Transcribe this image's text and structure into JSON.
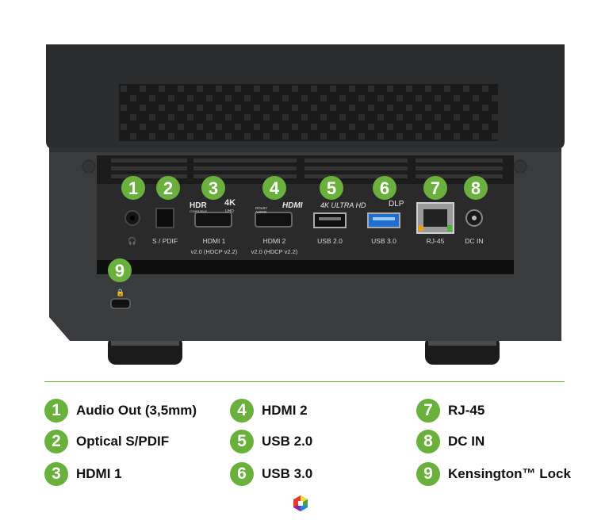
{
  "colors": {
    "accent_green": "#6ab03c",
    "device_body": "#3a3b3d",
    "device_top": "#2e2f31",
    "label_text": "#111111"
  },
  "device": {
    "port_labels": {
      "headphone_icon": "headphone-icon",
      "spdif": "S / PDIF",
      "hdmi1_name": "HDMI 1",
      "hdmi1_ver": "v2.0 (HDCP v2.2)",
      "hdmi2_name": "HDMI 2",
      "hdmi2_ver": "v2.0 (HDCP v2.2)",
      "usb2": "USB 2.0",
      "usb3": "USB 3.0",
      "rj45": "RJ-45",
      "dcin": "DC IN"
    },
    "logos": {
      "hdr": "HDR",
      "hdr_sub": "COMPATIBLE",
      "fourk": "4K",
      "fourk_sub": "UHD",
      "dolby": "DOLBY",
      "dolby_sub": "AUDIO",
      "hdmi": "HDMI",
      "ultrahd": "4K ULTRA HD",
      "dlp": "DLP"
    },
    "badges": [
      "1",
      "2",
      "3",
      "4",
      "5",
      "6",
      "7",
      "8",
      "9"
    ]
  },
  "legend": {
    "items": [
      {
        "num": "1",
        "label": "Audio Out (3,5mm)"
      },
      {
        "num": "2",
        "label": "Optical S/PDIF"
      },
      {
        "num": "3",
        "label": "HDMI 1"
      },
      {
        "num": "4",
        "label": "HDMI 2"
      },
      {
        "num": "5",
        "label": "USB 2.0"
      },
      {
        "num": "6",
        "label": "USB 3.0"
      },
      {
        "num": "7",
        "label": "RJ-45"
      },
      {
        "num": "8",
        "label": "DC IN"
      },
      {
        "num": "9",
        "label": "Kensington™ Lock"
      }
    ]
  }
}
